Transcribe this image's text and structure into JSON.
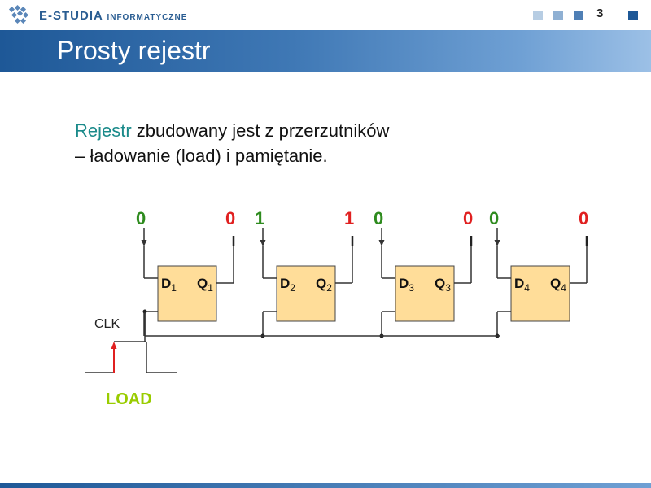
{
  "header": {
    "logo_main": "E-STUDIA",
    "logo_sub": "INFORMATYCZNE",
    "page_number": "3",
    "nav_colors": [
      "#b7cde3",
      "#8fb0d3",
      "#4f7fb5",
      "#1e5897"
    ]
  },
  "title": "Prosty rejestr",
  "body": {
    "highlight": "Rejestr",
    "line1_rest": " zbudowany jest z przerzutników",
    "line2": "– ładowanie (load)  i pamiętanie."
  },
  "colors": {
    "green": "#2e8b1e",
    "red": "#e02020",
    "flipflop_fill": "#ffdd99",
    "load_label": "#99cc00"
  },
  "diagram": {
    "flipflops": [
      {
        "d": "D",
        "d_sub": "1",
        "q": "Q",
        "q_sub": "1",
        "input": "0",
        "output": "0",
        "input_color": "green",
        "output_color": "red"
      },
      {
        "d": "D",
        "d_sub": "2",
        "q": "Q",
        "q_sub": "2",
        "input": "1",
        "output": "1",
        "input_color": "green",
        "output_color": "red"
      },
      {
        "d": "D",
        "d_sub": "3",
        "q": "Q",
        "q_sub": "3",
        "input": "0",
        "output": "0",
        "input_color": "green",
        "output_color": "red"
      },
      {
        "d": "D",
        "d_sub": "4",
        "q": "Q",
        "q_sub": "4",
        "input": "0",
        "output": "0",
        "input_color": "green",
        "output_color": "red"
      }
    ],
    "clk_label": "CLK",
    "load_label": "LOAD"
  }
}
